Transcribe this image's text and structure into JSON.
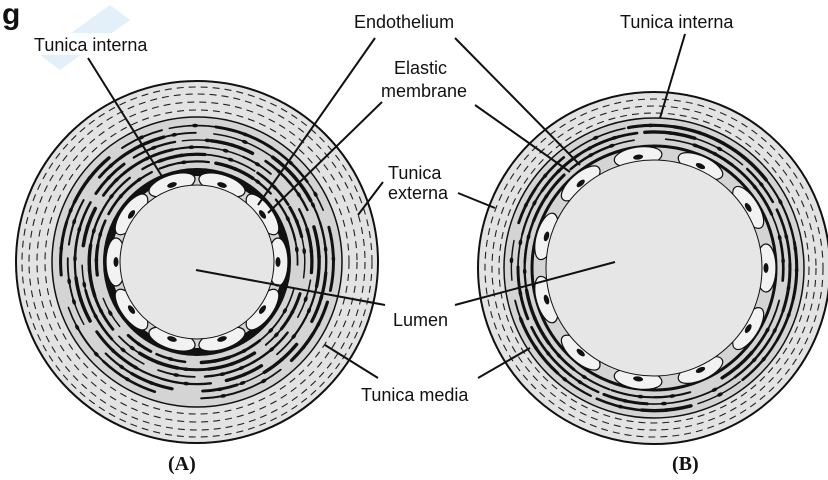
{
  "fragment_text": "g",
  "captions": {
    "left": "(A)",
    "right": "(B)"
  },
  "labels": {
    "endothelium": "Endothelium",
    "tunica_interna_left": "Tunica interna",
    "tunica_interna_right": "Tunica interna",
    "elastic_membrane_line1": "Elastic",
    "elastic_membrane_line2": "membrane",
    "tunica_externa_line1": "Tunica",
    "tunica_externa_line2": "externa",
    "lumen": "Lumen",
    "tunica_media": "Tunica media"
  },
  "colors": {
    "ink": "#111111",
    "lumen_fill": "#e6e6e6",
    "wall_fill": "#d9d9d9",
    "watermark": "#cfe6f7"
  }
}
